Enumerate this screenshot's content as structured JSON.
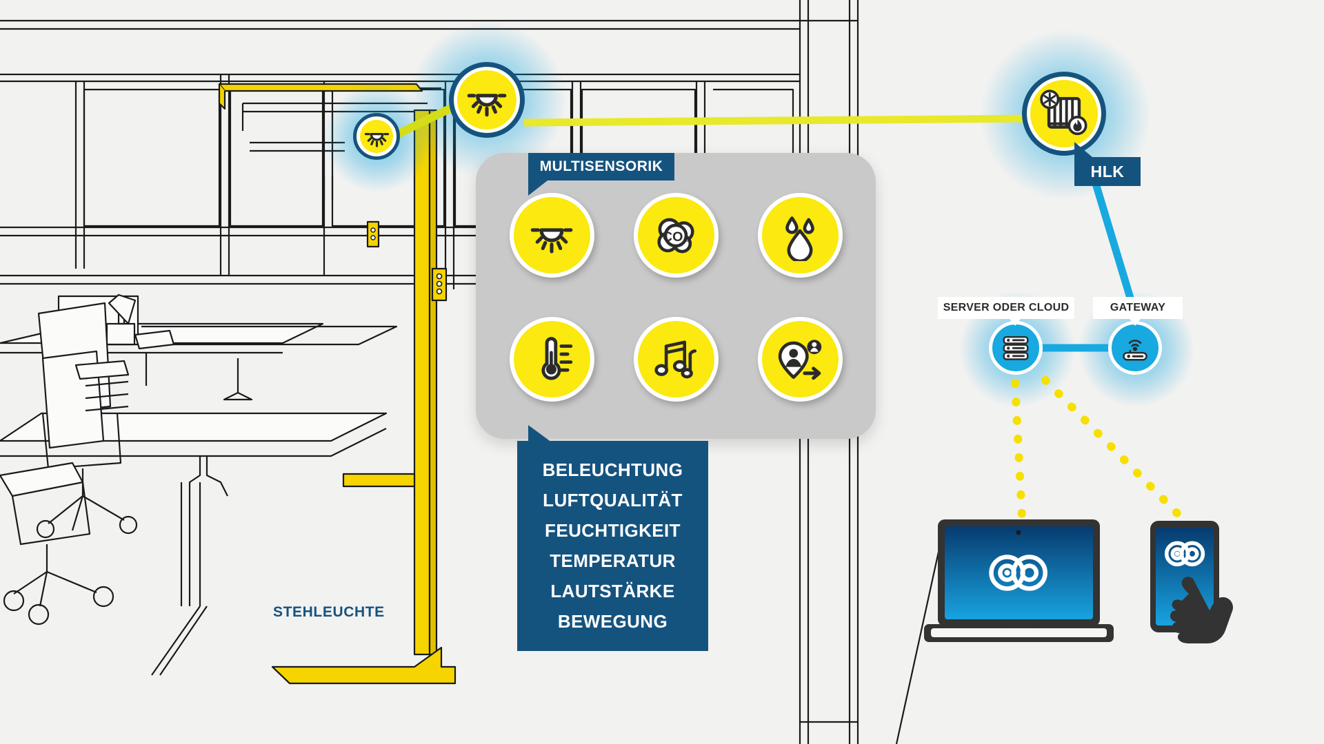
{
  "scene": {
    "title": "Smart office multisensor connectivity diagram",
    "background_color": "#f2f2f0"
  },
  "colors": {
    "yellow": "#fbe90f",
    "dark_blue": "#15537f",
    "cyan": "#17a9e0",
    "panel_grey": "#c9c9c9",
    "outline": "#2b2b2b",
    "white": "#ffffff",
    "lamp_yellow": "#f5d400"
  },
  "labels": {
    "multisensorik": "MULTISENSORIK",
    "hlk": "HLK",
    "server_oder_cloud": "SERVER ODER CLOUD",
    "gateway": "GATEWAY",
    "stehleuchte": "STEHLEUCHTE"
  },
  "sensors": [
    {
      "id": "beleuchtung",
      "icon": "ceiling-lamp-icon",
      "label": "BELEUCHTUNG"
    },
    {
      "id": "luftqualitaet",
      "icon": "co2-cloud-icon",
      "label": "LUFTQUALITÄT",
      "icon_text": "CO₂"
    },
    {
      "id": "feuchtigkeit",
      "icon": "water-drops-icon",
      "label": "FEUCHTIGKEIT"
    },
    {
      "id": "temperatur",
      "icon": "thermometer-icon",
      "label": "TEMPERATUR"
    },
    {
      "id": "lautstaerke",
      "icon": "music-notes-icon",
      "label": "LAUTSTÄRKE"
    },
    {
      "id": "bewegung",
      "icon": "person-motion-icon",
      "label": "BEWEGUNG"
    }
  ],
  "sensor_list": [
    "BELEUCHTUNG",
    "LUFTQUALITÄT",
    "FEUCHTIGKEIT",
    "TEMPERATUR",
    "LAUTSTÄRKE",
    "BEWEGUNG"
  ],
  "nodes": [
    {
      "id": "lamp-small",
      "icon": "ceiling-lamp-icon",
      "ring": "dark_blue",
      "fill": "yellow"
    },
    {
      "id": "lamp-big",
      "icon": "ceiling-lamp-icon",
      "ring": "dark_blue",
      "fill": "yellow",
      "label": "MULTISENSORIK"
    },
    {
      "id": "hlk",
      "icon": "radiator-hvac-icon",
      "ring": "dark_blue",
      "fill": "yellow",
      "label": "HLK"
    },
    {
      "id": "server",
      "icon": "server-rack-icon",
      "ring": "white",
      "fill": "cyan",
      "label": "SERVER ODER CLOUD"
    },
    {
      "id": "gateway",
      "icon": "router-wifi-icon",
      "ring": "white",
      "fill": "cyan",
      "label": "GATEWAY"
    }
  ],
  "devices": [
    {
      "id": "laptop",
      "icon": "laptop-icon",
      "screen_logo": "interlocking-circles-logo"
    },
    {
      "id": "smartphone",
      "icon": "smartphone-icon",
      "screen_logo": "interlocking-circles-logo",
      "overlay": "pointing-hand-icon"
    }
  ],
  "connections": [
    {
      "from": "lamp-small",
      "to": "lamp-big",
      "style": "solid",
      "color": "#d8e000"
    },
    {
      "from": "lamp-big",
      "to": "hlk",
      "style": "solid",
      "color": "#e8e92a"
    },
    {
      "from": "hlk",
      "to": "gateway",
      "style": "solid",
      "color": "#17a9e0"
    },
    {
      "from": "server",
      "to": "gateway",
      "style": "solid",
      "color": "#17a9e0"
    },
    {
      "from": "server",
      "to": "laptop",
      "style": "dotted",
      "color": "#f5e000"
    },
    {
      "from": "gateway",
      "to": "smartphone",
      "style": "dotted",
      "color": "#f5e000"
    }
  ],
  "floor_lamp": {
    "name": "STEHLEUCHTE",
    "color": "#f5d400"
  }
}
